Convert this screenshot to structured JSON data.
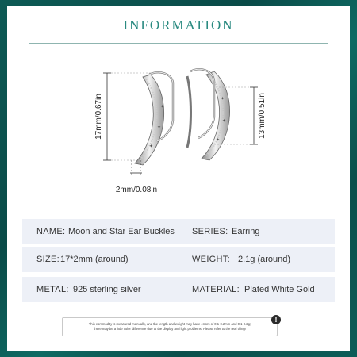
{
  "header": {
    "title": "INFORMATION"
  },
  "product": {
    "image": "moon-and-star-hoop-earrings",
    "dimensions": {
      "height_left": "17mm/0.67in",
      "height_right": "13mm/0.51in",
      "width": "2mm/0.08in"
    }
  },
  "specs": {
    "name": {
      "label": "NAME:",
      "value": "Moon and Star Ear Buckles"
    },
    "series": {
      "label": "SERIES:",
      "value": "Earring"
    },
    "size": {
      "label": "SIZE:",
      "value": "17*2mm (around)"
    },
    "weight": {
      "label": "WEIGHT:",
      "value": "2.1g (around)"
    },
    "metal": {
      "label": "METAL:",
      "value": "925 sterling silver"
    },
    "material": {
      "label": "MATERIAL:",
      "value": "Plated White Gold"
    }
  },
  "notice": {
    "line1": "This commodity is measured manually, and the length and weight may have errors of 0.1-0.2mm and 0.1-0.2g;",
    "line2": "there may be a little color difference due to the display and light problems. Please refer to the real thing!",
    "icon": "!"
  }
}
